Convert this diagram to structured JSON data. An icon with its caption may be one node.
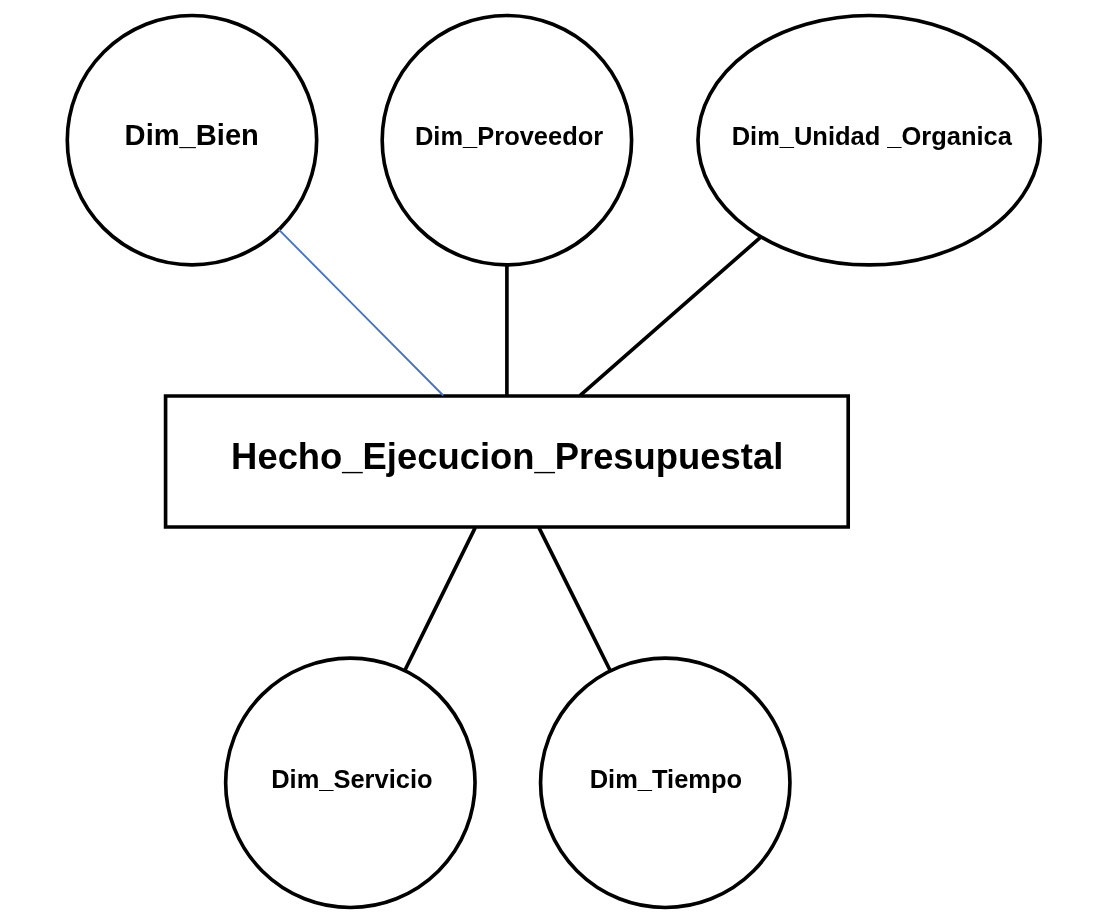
{
  "diagram": {
    "nodes": [
      {
        "text": [
          "Dim_Bien"
        ]
      },
      {
        "text": [
          "Dim_Proveedor"
        ]
      },
      {
        "text": [
          "Dim_Unidad _Organica"
        ]
      },
      {
        "text": [
          "Hecho_Ejecucion_Presupuestal"
        ]
      },
      {
        "text": [
          "Dim_Servicio"
        ]
      },
      {
        "text": [
          "Dim_Tiempo"
        ]
      }
    ],
    "edges": [
      {
        "from": 0,
        "to": 3,
        "arrow": "none",
        "color": "#4472c4"
      },
      {
        "from": 1,
        "to": 3,
        "arrow": "none"
      },
      {
        "from": 2,
        "to": 3,
        "arrow": "none"
      },
      {
        "from": 3,
        "to": 4,
        "arrow": "none"
      },
      {
        "from": 3,
        "to": 5,
        "arrow": "none"
      }
    ]
  }
}
